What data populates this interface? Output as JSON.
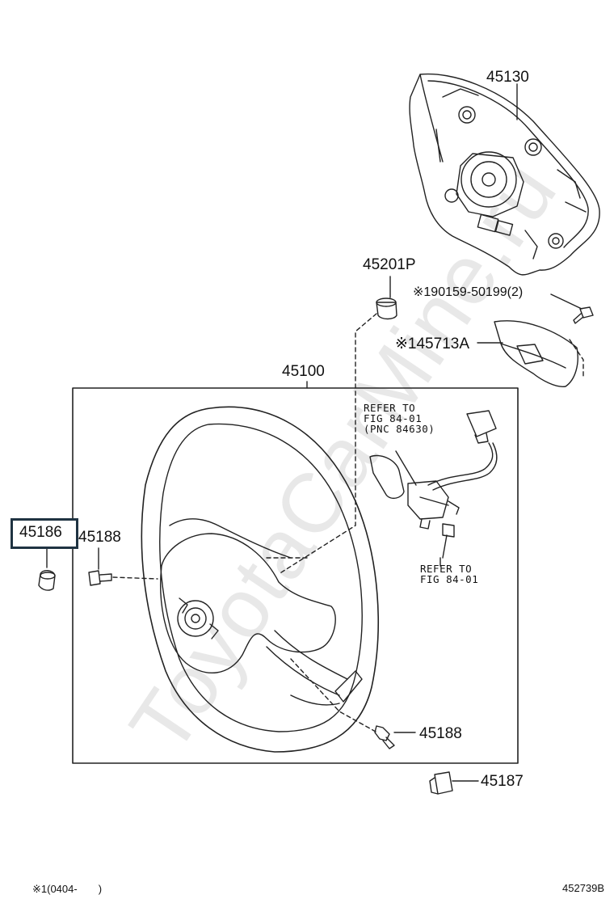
{
  "watermark": "ToyotaCarMine.ru",
  "parts": {
    "airbag": "45130",
    "pad": "45201P",
    "screw": "※190159-50199(2)",
    "cover": "※145713A",
    "wheel": "45100",
    "cap_highlight": "45186",
    "bolt_left": "45188",
    "bolt_bottom": "45188",
    "clip": "45187"
  },
  "refs": {
    "switch": "REFER TO\nFIG 84-01\n(PNC 84630)",
    "screw": "REFER TO\nFIG 84-01"
  },
  "footer": {
    "note": "※1(0404-　　)",
    "code": "452739B"
  }
}
